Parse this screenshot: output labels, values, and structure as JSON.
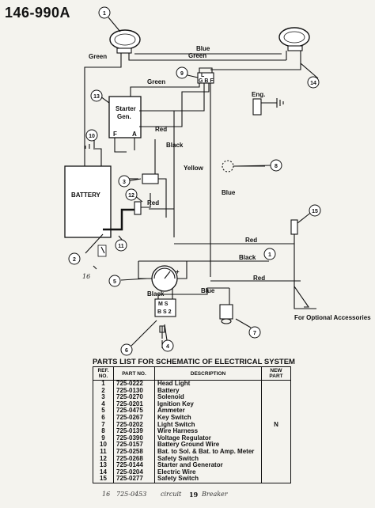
{
  "model": "146-990A",
  "wire_labels": {
    "blue_top": "Blue",
    "green_top": "Green",
    "green_left": "Green",
    "green_mid": "Green",
    "red_upper": "Red",
    "black_mid": "Black",
    "yellow": "Yellow",
    "blue_mid": "Blue",
    "red_lower": "Red",
    "red_right": "Red",
    "black_lower": "Black",
    "red_bottom": "Red",
    "black_bottom": "Black",
    "blue_bottom": "Blue"
  },
  "component_labels": {
    "starter_gen": "Starter\nGen.",
    "f": "F",
    "a": "A",
    "battery": "BATTERY",
    "eng": "Eng.",
    "switch_terminals_top": "L",
    "switch_terminals_mid": "G  B  F",
    "key_switch_terms_top": "M S",
    "key_switch_terms_bot": "B S 2",
    "plus": "+",
    "optional_accessories": "For Optional Accessories"
  },
  "callouts": [
    "1",
    "2",
    "3",
    "4",
    "5",
    "6",
    "7",
    "8",
    "9",
    "10",
    "11",
    "12",
    "13",
    "14",
    "15"
  ],
  "handwritten": {
    "sixteen": "16",
    "footer_num": "16",
    "footer_part": "725-0453",
    "footer_text1": "circuit",
    "footer_page": "19",
    "footer_text2": "Breaker"
  },
  "parts_list": {
    "title": "PARTS LIST FOR SCHEMATIC OF ELECTRICAL SYSTEM",
    "headers": [
      "REF. NO.",
      "PART NO.",
      "DESCRIPTION",
      "NEW PART"
    ],
    "rows": [
      {
        "ref": "1",
        "part": "725-0222",
        "desc": "Head Light"
      },
      {
        "ref": "2",
        "part": "725-0130",
        "desc": "Battery"
      },
      {
        "ref": "3",
        "part": "725-0270",
        "desc": "Solenoid"
      },
      {
        "ref": "4",
        "part": "725-0201",
        "desc": "Ignition Key"
      },
      {
        "ref": "5",
        "part": "725-0475",
        "desc": "Ammeter"
      },
      {
        "ref": "6",
        "part": "725-0267",
        "desc": "Key Switch"
      },
      {
        "ref": "7",
        "part": "725-0202",
        "desc": "Light Switch"
      },
      {
        "ref": "8",
        "part": "725-0139",
        "desc": "Wire Harness"
      },
      {
        "ref": "9",
        "part": "725-0390",
        "desc": "Voltage Regulator"
      },
      {
        "ref": "10",
        "part": "725-0157",
        "desc": "Battery Ground Wire"
      },
      {
        "ref": "11",
        "part": "725-0258",
        "desc": "Bat. to Sol. & Bat. to Amp. Meter"
      },
      {
        "ref": "12",
        "part": "725-0268",
        "desc": "Safety Switch"
      },
      {
        "ref": "13",
        "part": "725-0144",
        "desc": "Starter and Generator"
      },
      {
        "ref": "14",
        "part": "725-0204",
        "desc": "Electric Wire"
      },
      {
        "ref": "15",
        "part": "725-0277",
        "desc": "Safety Switch"
      }
    ],
    "new_part_mark": "N"
  }
}
